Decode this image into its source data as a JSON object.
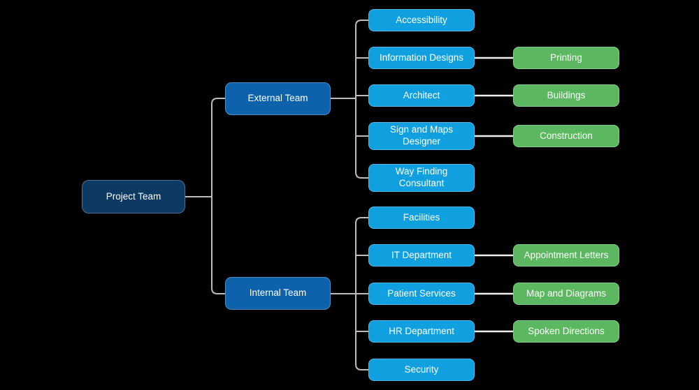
{
  "colors": {
    "background": "#000000",
    "root-fill": "#0d3a63",
    "team-fill": "#0e62ac",
    "member-fill": "#10a0e0",
    "leaf-fill": "#5cb860",
    "tree-connector": "#bdbdbd",
    "leaf-connector": "#efefef",
    "text": "#ffffff"
  },
  "tree": {
    "root": {
      "label": "Project Team"
    },
    "branches": [
      {
        "label": "External Team",
        "children": [
          {
            "label": "Accessibility"
          },
          {
            "label": "Information Designs",
            "output": "Printing"
          },
          {
            "label": "Architect",
            "output": "Buildings"
          },
          {
            "label": "Sign and Maps Designer",
            "output": "Construction"
          },
          {
            "label": "Way Finding Consultant"
          }
        ]
      },
      {
        "label": "Internal Team",
        "children": [
          {
            "label": "Facilities"
          },
          {
            "label": "IT Department",
            "output": "Appointment Letters"
          },
          {
            "label": "Patient Services",
            "output": "Map and Diagrams"
          },
          {
            "label": "HR Department",
            "output": "Spoken Directions"
          },
          {
            "label": "Security"
          }
        ]
      }
    ]
  }
}
